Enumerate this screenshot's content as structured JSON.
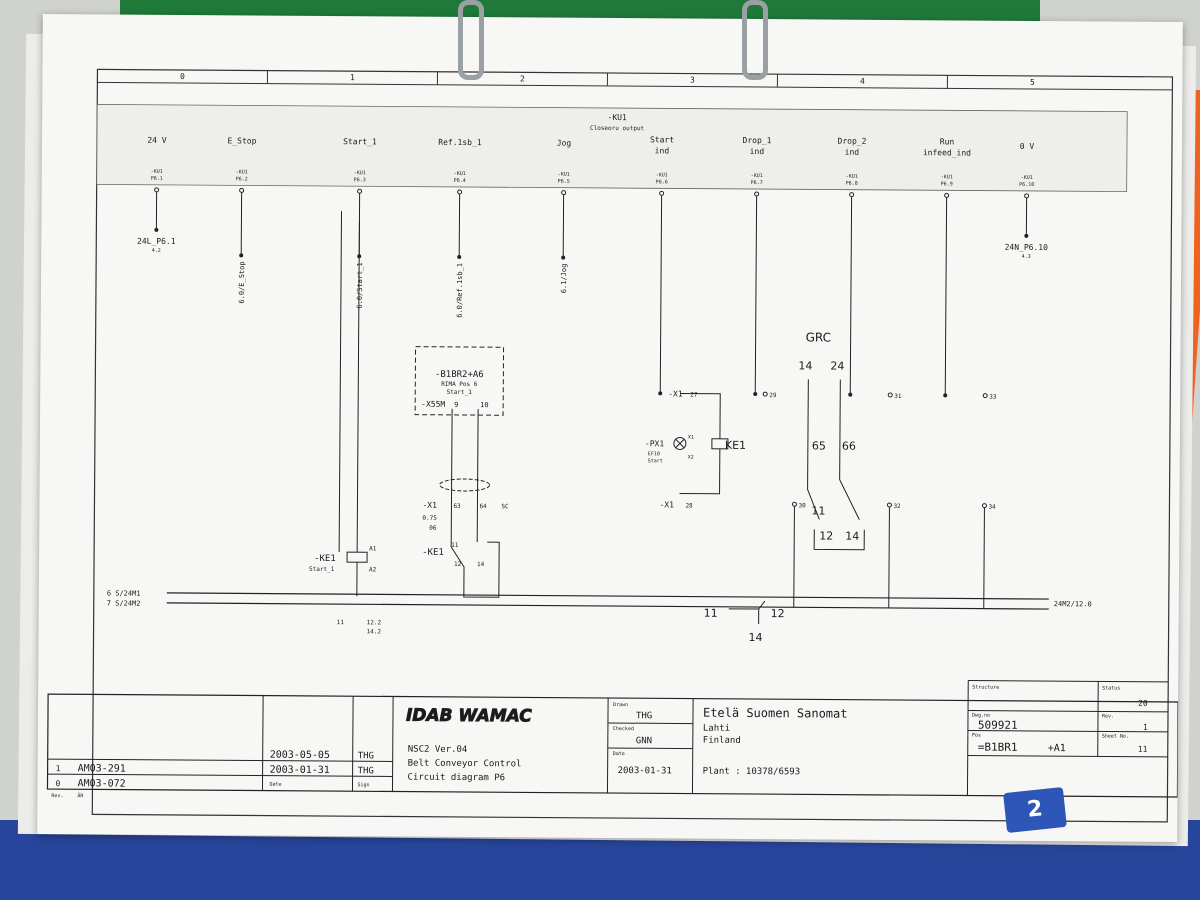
{
  "frame": {
    "columns": [
      "0",
      "1",
      "2",
      "3",
      "4",
      "5"
    ]
  },
  "header": {
    "ku1_output": {
      "tag": "-KU1",
      "note": "Closeoru output"
    },
    "signals": [
      {
        "label": "24 V",
        "tag": "-KU1",
        "pin": "P6.1",
        "wire": "24L_P6.1",
        "ref": "4.2"
      },
      {
        "label": "E_Stop",
        "tag": "-KU1",
        "pin": "P6.2",
        "wire": "6.0/E_Stop",
        "ref": ""
      },
      {
        "label": "Start_1",
        "tag": "-KU1",
        "pin": "P6.3",
        "wire": "6.0/Start_1",
        "ref": ""
      },
      {
        "label": "Ref.1sb_1",
        "tag": "-KU1",
        "pin": "P6.4",
        "wire": "6.0/Ref.1sb_1",
        "ref": ""
      },
      {
        "label": "Jog",
        "tag": "-KU1",
        "pin": "P6.5",
        "wire": "6.1/Jog",
        "ref": ""
      },
      {
        "label": "Start\nind",
        "tag": "-KU1",
        "pin": "P6.6",
        "wire": "",
        "ref": ""
      },
      {
        "label": "Drop_1\nind",
        "tag": "-KU1",
        "pin": "P6.7",
        "wire": "",
        "ref": ""
      },
      {
        "label": "Drop_2\nind",
        "tag": "-KU1",
        "pin": "P6.8",
        "wire": "",
        "ref": ""
      },
      {
        "label": "Run\ninfeed_ind",
        "tag": "-KU1",
        "pin": "P6.9",
        "wire": "",
        "ref": ""
      },
      {
        "label": "0 V",
        "tag": "-KU1",
        "pin": "P6.10",
        "wire": "24N_P6.10",
        "ref": "4.3"
      }
    ]
  },
  "components": {
    "b1br2": {
      "tag": "-B1BR2+A6",
      "sub1": "RIMA Pos 6",
      "sub2": "Start_1",
      "connector": "-X55M",
      "pin_a": "9",
      "pin_b": "10"
    },
    "x1_terms": [
      "-X1",
      "63",
      "64",
      "SC",
      "0.75",
      "06"
    ],
    "ke1_contact": {
      "tag": "-KE1",
      "pins": [
        "11",
        "12",
        "14"
      ]
    },
    "ke1_coil": {
      "tag": "-KE1",
      "sub": "Start_1",
      "pins": [
        "A1",
        "A2"
      ]
    },
    "px1": {
      "tag": "-PX1",
      "sub1": "EF10",
      "sub2": "Start",
      "pins": [
        "X1",
        "X2"
      ]
    },
    "x1_27": {
      "tag": "-X1",
      "pin": "27"
    },
    "x1_28": {
      "tag": "-X1",
      "pin": "28"
    },
    "terminals": [
      "29",
      "30",
      "31",
      "32",
      "33",
      "34"
    ],
    "rails": [
      {
        "left": "6 S/24M1",
        "right": ""
      },
      {
        "left": "7 S/24M2",
        "right": "24M2/12.0"
      }
    ],
    "contact_ref": [
      "11",
      "12.2",
      "14.2"
    ]
  },
  "handwriting": {
    "grc": "GRC",
    "pins_top": [
      "14",
      "24"
    ],
    "pins_mid": [
      "65",
      "66"
    ],
    "ke1": "KE1",
    "bottom": [
      "11",
      "12",
      "14"
    ],
    "box": [
      "11",
      "12",
      "14"
    ]
  },
  "title_block": {
    "logo": "IDAB WAMAC",
    "revisions": [
      {
        "rev": "1",
        "ar": "AM03-291",
        "date": "2003-05-05",
        "sign": "THG"
      },
      {
        "rev": "0",
        "ar": "AM03-072",
        "date": "2003-01-31",
        "sign": "THG"
      }
    ],
    "rev_label": "Rev.",
    "ar_label": "ÄR",
    "date_label": "Date",
    "sign_label": "Sign",
    "doc_lines": [
      "NSC2 Ver.04",
      "Belt Conveyor Control",
      "Circuit diagram P6"
    ],
    "drawn_label": "Drawn",
    "drawn": "THG",
    "checked_label": "Checked",
    "checked": "GNN",
    "date2_label": "Date",
    "date2": "2003-01-31",
    "customer": [
      "Etelä Suomen Sanomat",
      "Lahti",
      "Finland"
    ],
    "plant": "Plant : 10378/6593",
    "structure_label": "Structure",
    "status_label": "Status",
    "status": "20",
    "dwg_label": "Dwg.no",
    "dwg": "509921",
    "rev2_label": "Rev.",
    "rev2": "1",
    "pos_label": "Pos",
    "pos": "=B1BR1",
    "pos2": "+A1",
    "sheet_label": "Sheet No.",
    "sheet": "11"
  },
  "binder_tab": "2",
  "colors": {
    "ink": "#1a1a1a",
    "paper": "#f7f7f5",
    "binder": "#27459a",
    "green": "#1f7a3a",
    "strap": "#f0621f"
  }
}
